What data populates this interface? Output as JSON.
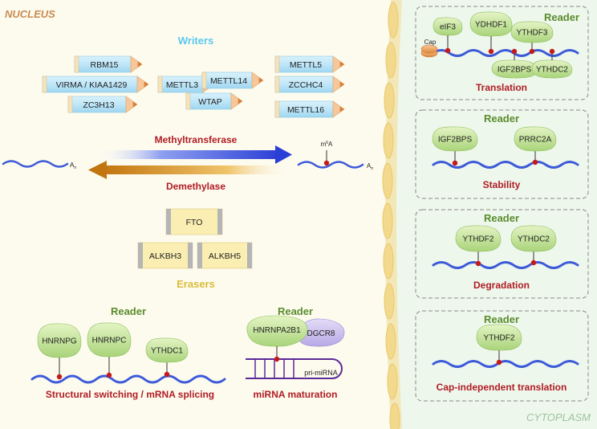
{
  "regions": {
    "nucleus": "NUCLEUS",
    "cytoplasm": "CYTOPLASM"
  },
  "writers": {
    "title": "Writers",
    "proteins": [
      "RBM15",
      "VIRMA / KIAA1429",
      "ZC3H13",
      "METTL3",
      "METTL14",
      "WTAP",
      "METTL5",
      "ZCCHC4",
      "METTL16"
    ]
  },
  "arrows": {
    "forward": "Methyltransferase",
    "reverse": "Demethylase"
  },
  "rna": {
    "poly_a": "A",
    "poly_a_sub": "n",
    "mark": "m",
    "mark_sup": "6",
    "mark_base": "A"
  },
  "erasers": {
    "title": "Erasers",
    "proteins": [
      "FTO",
      "ALKBH3",
      "ALKBH5"
    ]
  },
  "nuclear_readers": {
    "splicing": {
      "title": "Reader",
      "proteins": [
        "HNRNPG",
        "HNRNPC",
        "YTHDC1"
      ],
      "function": "Structural switching / mRNA splicing"
    },
    "mirna": {
      "title": "Reader",
      "proteins": [
        "HNRNPA2B1",
        "DGCR8"
      ],
      "hairpin_label": "pri-miRNA",
      "function": "miRNA maturation"
    }
  },
  "cyto_readers": [
    {
      "title": "Reader",
      "cap_label": "Cap",
      "proteins": [
        "eIF3",
        "YDHDF1",
        "YTHDF3",
        "IGF2BPS",
        "YTHDC2"
      ],
      "function": "Translation"
    },
    {
      "title": "Reader",
      "proteins": [
        "IGF2BPS",
        "PRRC2A"
      ],
      "function": "Stability"
    },
    {
      "title": "Reader",
      "proteins": [
        "YTHDF2",
        "YTHDC2"
      ],
      "function": "Degradation"
    },
    {
      "title": "Reader",
      "proteins": [
        "YTHDF2"
      ],
      "function": "Cap-independent translation"
    }
  ],
  "colors": {
    "nucleus_bg": "#fdfbee",
    "cytoplasm_bg": "#eef7ec",
    "writer_text": "#5bc8ef",
    "eraser_text": "#d9bd3a",
    "reader_text": "#5a8c2d",
    "function_text": "#b01c24",
    "rna": "#3d5bd9",
    "mark": "#c41a1a",
    "methyl_arrow": "#2b3fd6",
    "demethyl_arrow": "#c2750e"
  }
}
